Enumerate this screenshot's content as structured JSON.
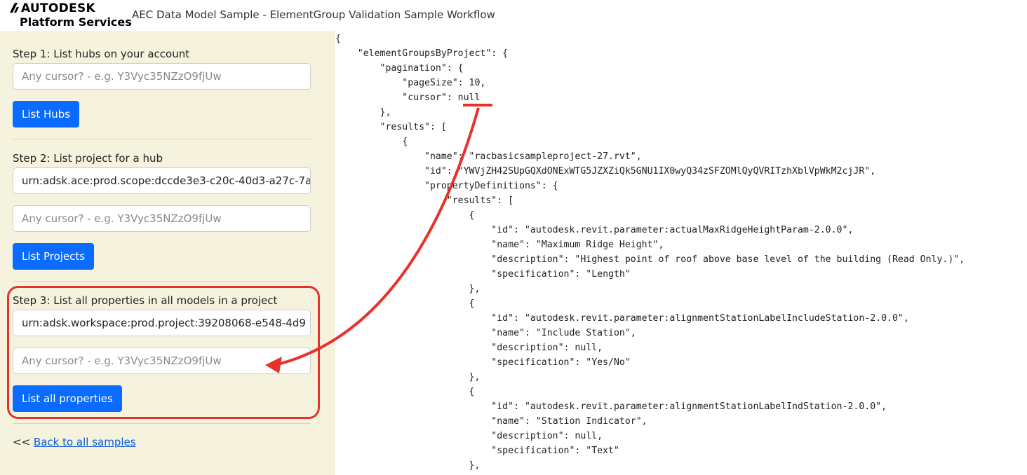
{
  "header": {
    "logo_line1": "AUTODESK",
    "logo_line2": "Platform Services",
    "title": "AEC Data Model Sample - ElementGroup Validation Sample Workflow"
  },
  "sidebar": {
    "step1": {
      "label": "Step 1: List hubs on your account",
      "cursor_placeholder": "Any cursor? - e.g. Y3Vyc35NZzO9fjUw",
      "button": "List Hubs"
    },
    "step2": {
      "label": "Step 2: List project for a hub",
      "hub_value": "urn:adsk.ace:prod.scope:dccde3e3-c20c-40d3-a27c-7a",
      "cursor_placeholder": "Any cursor? - e.g. Y3Vyc35NZzO9fjUw",
      "button": "List Projects"
    },
    "step3": {
      "label": "Step 3: List all properties in all models in a project",
      "project_value": "urn:adsk.workspace:prod.project:39208068-e548-4d9",
      "cursor_placeholder": "Any cursor? - e.g. Y3Vyc35NZzO9fjUw",
      "button": "List all properties"
    },
    "back_prefix": "<< ",
    "back_link": "Back to all samples"
  },
  "json_output": "{\n    \"elementGroupsByProject\": {\n        \"pagination\": {\n            \"pageSize\": 10,\n            \"cursor\": null\n        },\n        \"results\": [\n            {\n                \"name\": \"racbasicsampleproject-27.rvt\",\n                \"id\": \"YWVjZH42SUpGQXdONExWTG5JZXZiQk5GNU1IX0wyQ34zSFZOMlQyQVRITzhXblVpWkM2cjJR\",\n                \"propertyDefinitions\": {\n                    \"results\": [\n                        {\n                            \"id\": \"autodesk.revit.parameter:actualMaxRidgeHeightParam-2.0.0\",\n                            \"name\": \"Maximum Ridge Height\",\n                            \"description\": \"Highest point of roof above base level of the building (Read Only.)\",\n                            \"specification\": \"Length\"\n                        },\n                        {\n                            \"id\": \"autodesk.revit.parameter:alignmentStationLabelIncludeStation-2.0.0\",\n                            \"name\": \"Include Station\",\n                            \"description\": null,\n                            \"specification\": \"Yes/No\"\n                        },\n                        {\n                            \"id\": \"autodesk.revit.parameter:alignmentStationLabelIndStation-2.0.0\",\n                            \"name\": \"Station Indicator\",\n                            \"description\": null,\n                            \"specification\": \"Text\"\n                        },",
  "colors": {
    "sidebar_bg": "#f5f3dd",
    "button_bg": "#0a6cff",
    "annotation_red": "#e8312a",
    "link": "#0a5bd8"
  },
  "icons": {
    "logo": "autodesk-logo-mark"
  }
}
